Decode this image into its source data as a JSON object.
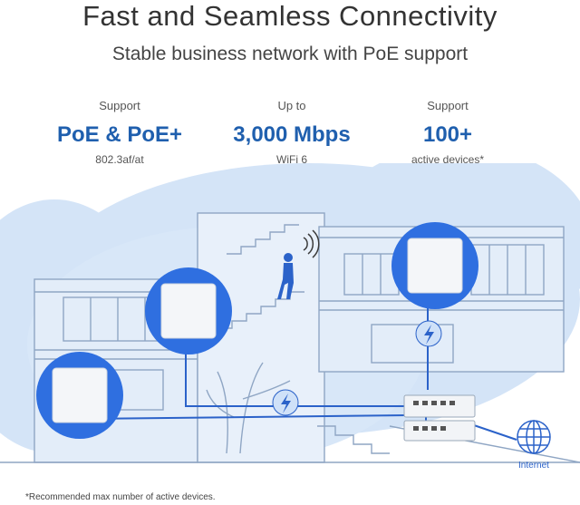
{
  "header": {
    "title": "Fast and Seamless Connectivity",
    "subtitle": "Stable business network with PoE support"
  },
  "stats": [
    {
      "label": "Support",
      "value": "PoE & PoE+",
      "note": "802.3af/at"
    },
    {
      "label": "Up to",
      "value": "3,000 Mbps",
      "note": "WiFi 6"
    },
    {
      "label": "Support",
      "value": "100+",
      "note": "active devices*"
    }
  ],
  "scene": {
    "internet_label": "Internet"
  },
  "footnote": "*Recommended max number of active devices.",
  "colors": {
    "accent": "#1f5fae",
    "coverage": "#c9dcf5",
    "line": "#2b62c9",
    "building": "#8fa6c4"
  }
}
